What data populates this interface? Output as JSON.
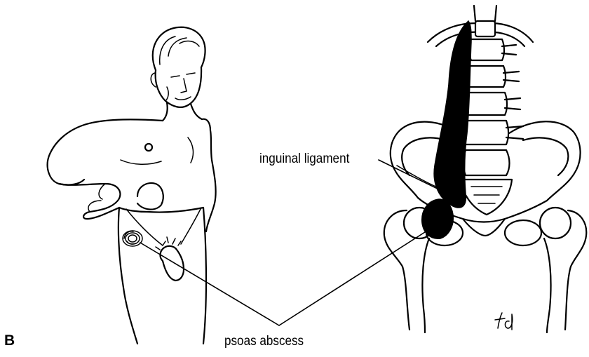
{
  "figure": {
    "panel_letter": "B",
    "labels": {
      "inguinal_ligament": "inguinal ligament",
      "psoas_abscess": "psoas abscess"
    },
    "artist_signature": "td",
    "colors": {
      "ink": "#000000",
      "background": "#ffffff"
    }
  }
}
